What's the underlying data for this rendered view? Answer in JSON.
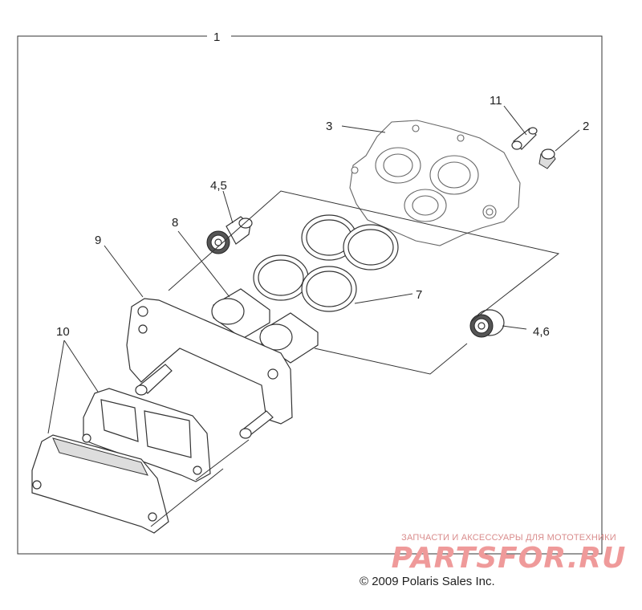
{
  "callouts": {
    "c1": "1",
    "c2": "2",
    "c3": "3",
    "c45": "4,5",
    "c46": "4,6",
    "c7": "7",
    "c8": "8",
    "c9": "9",
    "c10": "10",
    "c11": "11"
  },
  "watermark": {
    "tagline": "ЗАПЧАСТИ И АКСЕССУАРЫ ДЛЯ МОТОТЕХНИКИ",
    "logo": "PARTSFOR.RU"
  },
  "copyright": "© 2009 Polaris Sales Inc.",
  "colors": {
    "line": "#333333",
    "watermark": "#ef9a9a"
  }
}
